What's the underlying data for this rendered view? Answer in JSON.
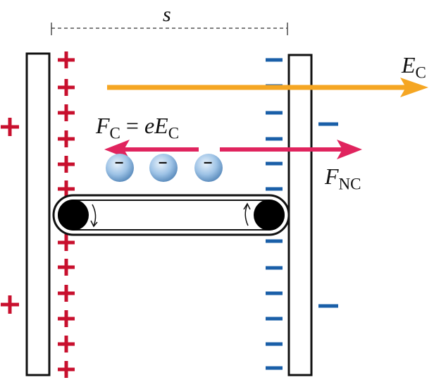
{
  "labels": {
    "separation": "s",
    "field_symbol": "E",
    "field_subscript": "C",
    "coulomb_force_symbol": "F",
    "coulomb_force_subscript": "C",
    "coulomb_force_equals": " = ",
    "coulomb_force_charge": "e",
    "coulomb_force_field_symbol": "E",
    "coulomb_force_field_subscript": "C",
    "nc_force_symbol": "F",
    "nc_force_subscript": "NC",
    "electron_sign": "–"
  },
  "colors": {
    "positive": "#c8102e",
    "negative": "#1a5fa8",
    "field_arrow": "#f5a623",
    "force_arrow": "#e0245e",
    "plate_stroke": "#111111",
    "electron_fill": "#9ec3e6"
  },
  "icons": {
    "left_plate_charge": "plus-icon",
    "right_plate_charge": "minus-icon",
    "belt_rotation": "curved-arrow-icon"
  }
}
